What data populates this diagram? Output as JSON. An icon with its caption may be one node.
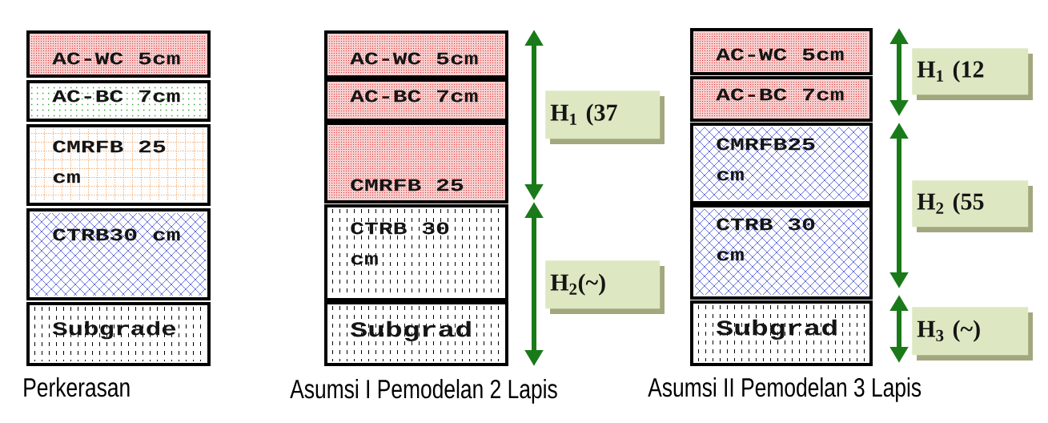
{
  "diagram": {
    "nodes": [
      {
        "text": [
          "AC-WC 5cm"
        ]
      },
      {
        "text": [
          "AC-BC 7cm"
        ]
      },
      {
        "text": [
          "CMRFB 25 cm"
        ]
      },
      {
        "text": [
          "CTRB30 cm"
        ]
      },
      {
        "text": [
          "Subgrade"
        ]
      },
      {
        "text": [
          "AC-WC 5cm"
        ]
      },
      {
        "text": [
          "AC-BC 7cm"
        ]
      },
      {
        "text": [
          "CMRFB 25"
        ]
      },
      {
        "text": [
          "CTRB 30 cm"
        ]
      },
      {
        "text": [
          "Subgrad"
        ]
      },
      {
        "text": [
          "H$_{1}$ (37"
        ]
      },
      {
        "text": [
          "H$_{2}$(~)"
        ]
      },
      {
        "text": [
          "AC-WC 5cm"
        ]
      },
      {
        "text": [
          "AC-BC 7cm"
        ]
      },
      {
        "text": [
          "CMRFB25 cm"
        ]
      },
      {
        "text": [
          "CTRB 30 cm"
        ]
      },
      {
        "text": [
          "Subgrad"
        ]
      },
      {
        "text": [
          "H$_{1}$ (12"
        ]
      },
      {
        "text": [
          "H$_{2}$ (55"
        ]
      },
      {
        "text": [
          "H$_{3}$ (~)"
        ]
      }
    ],
    "labels": [
      "Perkerasan",
      "Asumsi I Pemodelan 2 Lapis",
      "Asumsi II Pemodelan 3 Lapis"
    ]
  }
}
